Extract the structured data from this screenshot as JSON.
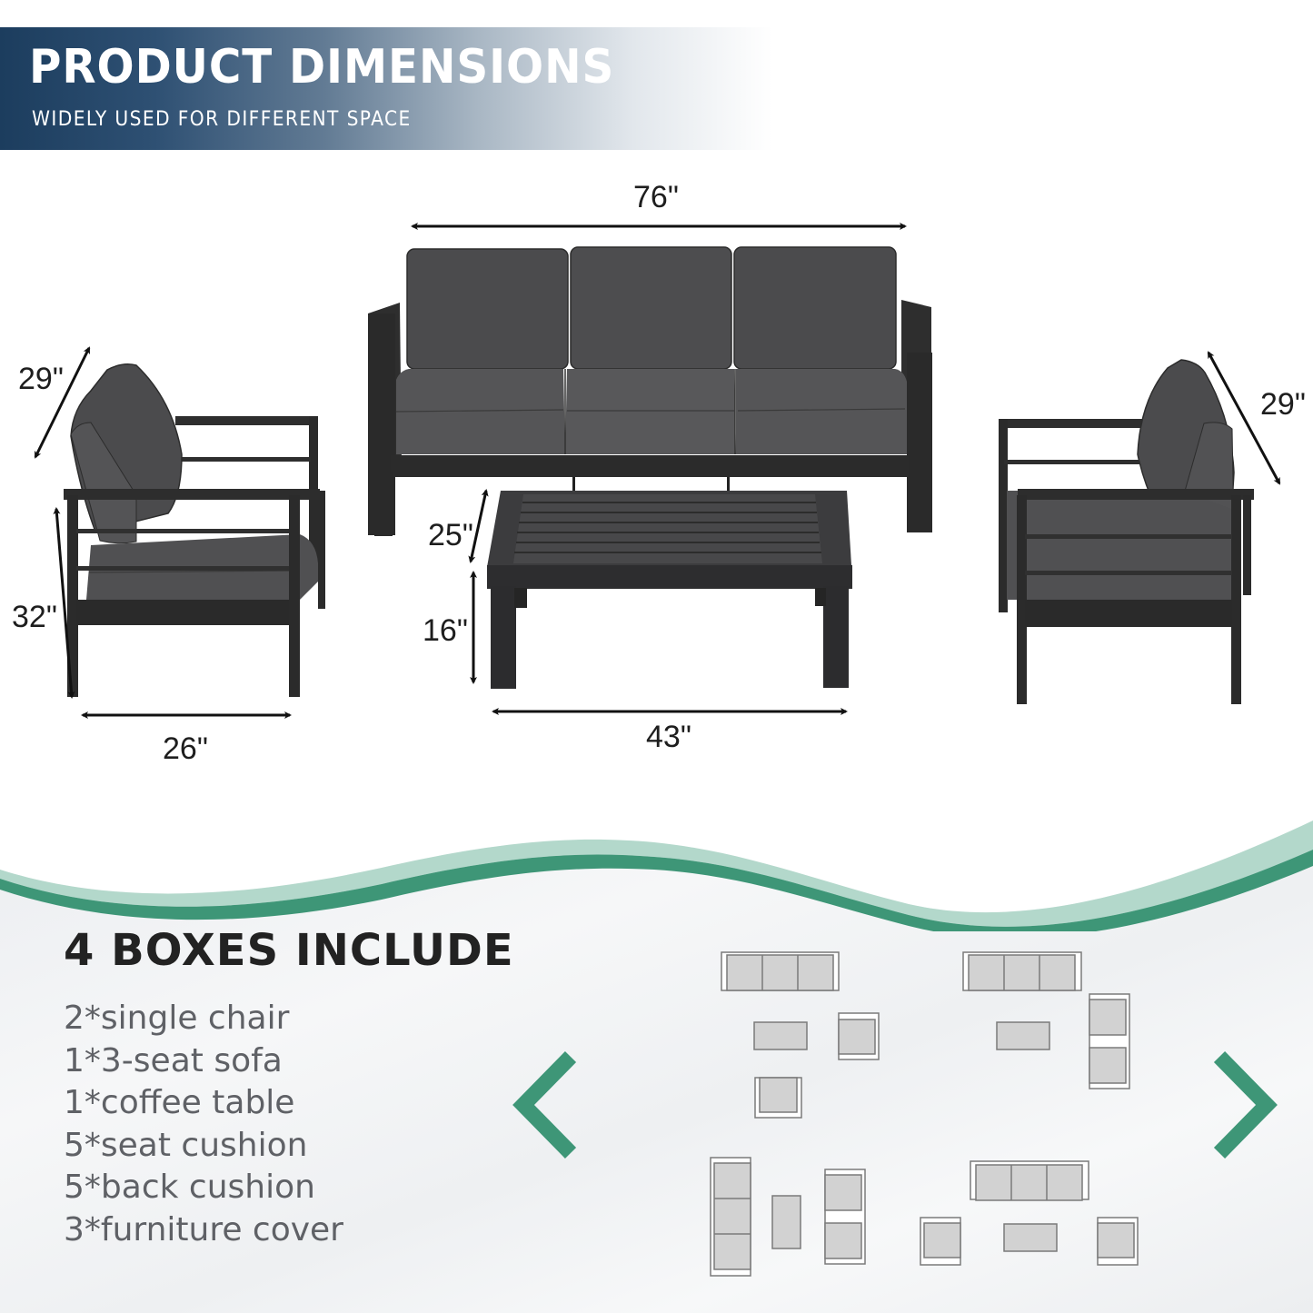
{
  "header": {
    "title": "PRODUCT DIMENSIONS",
    "subtitle": "WIDELY USED FOR DIFFERENT SPACE",
    "gradient_start": "#1c3d5e",
    "gradient_end": "#ffffff"
  },
  "dimensions": {
    "sofa_width": "76\"",
    "left_chair_back_depth": "29\"",
    "left_chair_height": "32\"",
    "left_chair_width": "26\"",
    "right_chair_back_depth": "29\"",
    "table_depth": "25\"",
    "table_height": "16\"",
    "table_width": "43\""
  },
  "contents": {
    "title": "4 BOXES INCLUDE",
    "items": [
      "2*single chair",
      "1*3-seat sofa",
      "1*coffee table",
      "5*seat cushion",
      "5*back cushion",
      "3*furniture cover"
    ]
  },
  "layouts": {
    "label": "layout diagrams",
    "count": 4
  },
  "navigation": {
    "prev_icon": "chevron-left-icon",
    "next_icon": "chevron-right-icon"
  },
  "colors": {
    "accent_green": "#3e9677",
    "accent_green_light": "#b3d8cb",
    "furniture_frame": "#2a2a2a",
    "cushion": "#4a4a4c",
    "text_dark": "#222222",
    "text_gray": "#5f6166"
  }
}
